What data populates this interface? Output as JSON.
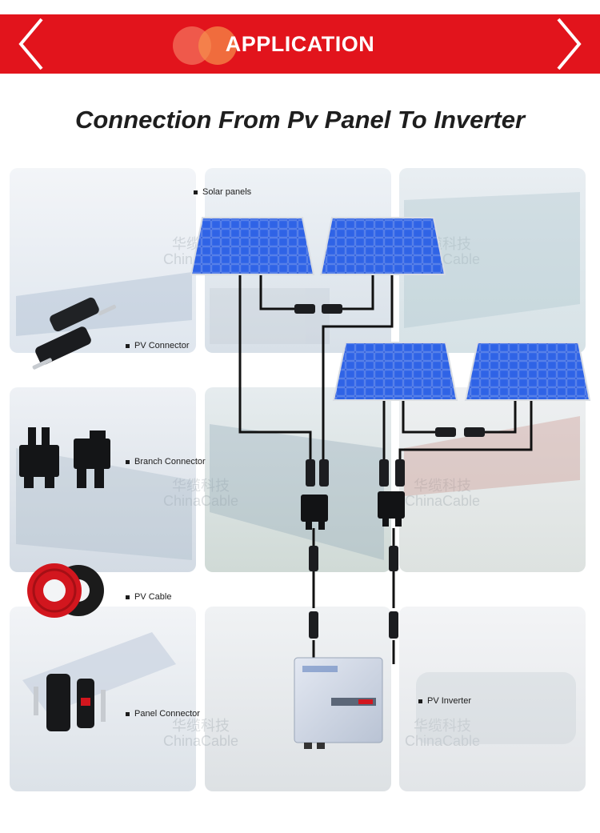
{
  "banner": {
    "title": "APPLICATION"
  },
  "headline": "Connection From Pv Panel To Inverter",
  "labels": {
    "solar_panels": "Solar panels",
    "pv_connector": "PV Connector",
    "branch_connector": "Branch Connector",
    "pv_cable": "PV Cable",
    "panel_connector": "Panel Connector",
    "pv_inverter": "PV Inverter"
  },
  "watermark": {
    "cn": "华缆科技",
    "en": "ChinaCable"
  },
  "colors": {
    "banner_red": "#e2141c",
    "panel_blue": "#1f4fd1",
    "cable_black": "#111111",
    "cable_red": "#d2161e"
  }
}
